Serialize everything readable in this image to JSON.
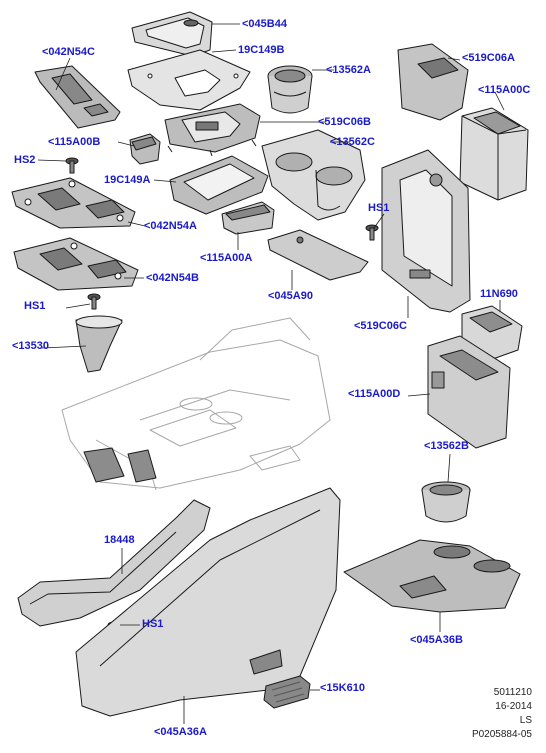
{
  "colors": {
    "label": "#1a1ac8",
    "line": "#1a1a1a",
    "part": "#d9d9d9",
    "partDark": "#8c8c8c",
    "ghost": "#a8a8a8"
  },
  "labels": {
    "l045B44": "<045B44",
    "l042N54C": "<042N54C",
    "l19C149B": "19C149B",
    "l13562A": "<13562A",
    "l519C06A": "<519C06A",
    "l115A00C": "<115A00C",
    "l519C06B": "<519C06B",
    "l115A00B": "<115A00B",
    "l13562C": "<13562C",
    "lHS2": "HS2",
    "l19C149A": "19C149A",
    "l042N54A": "<042N54A",
    "lHS1a": "HS1",
    "l115A00A": "<115A00A",
    "l042N54B": "<042N54B",
    "l045A90": "<045A90",
    "lHS1b": "HS1",
    "l13530": "<13530",
    "l519C06C": "<519C06C",
    "l11N690": "11N690",
    "l115A00D": "<115A00D",
    "l13562B": "<13562B",
    "l18448": "18448",
    "lHS1c": "HS1",
    "l045A36B": "<045A36B",
    "l15K610": "<15K610",
    "l045A36A": "<045A36A"
  },
  "meta": {
    "line1": "5011210",
    "line2": "16-2014",
    "line3": "LS",
    "line4": "P0205884-05"
  }
}
